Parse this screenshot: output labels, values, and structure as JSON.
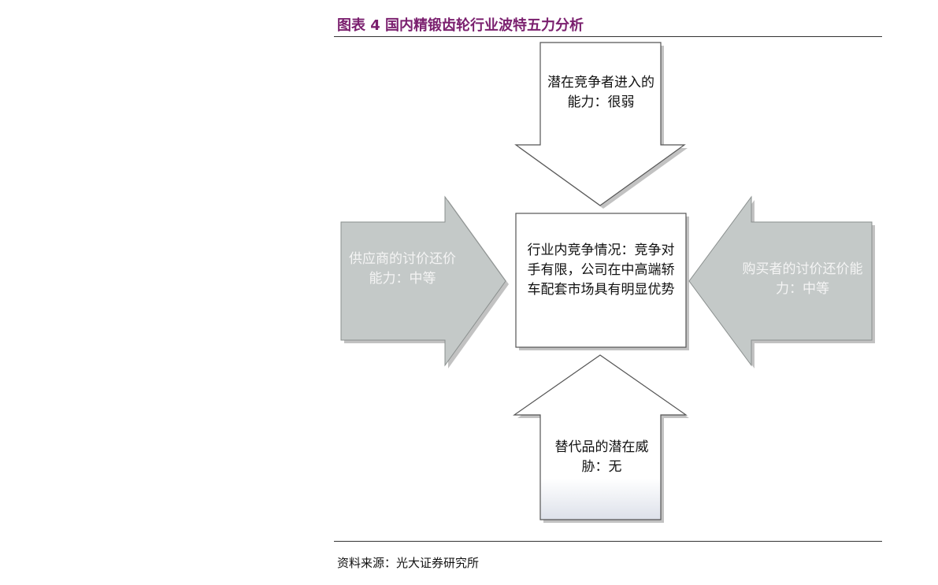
{
  "figure": {
    "title": "图表 4 国内精锻齿轮行业波特五力分析",
    "source": "资料来源：光大证券研究所"
  },
  "forces": {
    "new_entrants": "潜在竞争者进入的能力：很弱",
    "suppliers": "供应商的讨价还价能力：中等",
    "rivalry": "行业内竞争情况：竞争对手有限，公司在中高端轿车配套市场具有明显优势",
    "buyers": "购买者的讨价还价能力：中等",
    "substitutes": "替代品的潜在威胁：无"
  },
  "colors": {
    "title": "#7a1f6e",
    "grey_arrow": "#c4c9c8",
    "white_arrow": "#ffffff",
    "outline": "#555555",
    "shadow": "#9a9a9a"
  }
}
